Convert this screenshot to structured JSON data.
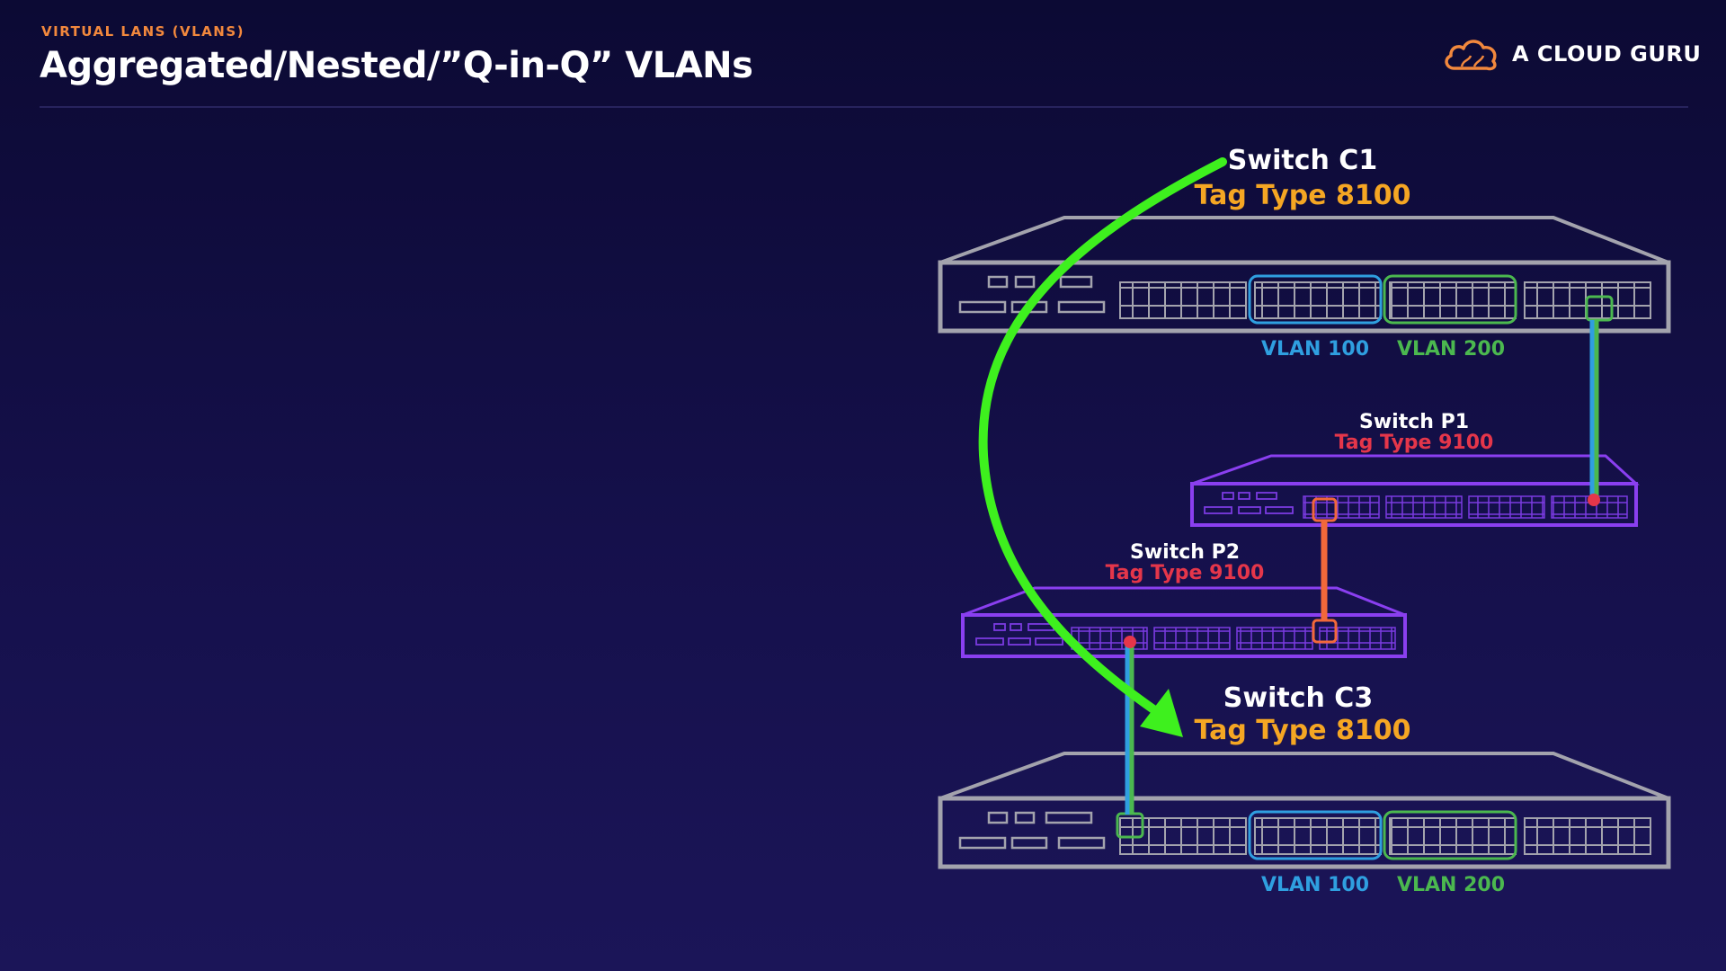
{
  "header": {
    "eyebrow": "VIRTUAL LANS (VLANS)",
    "title": "Aggregated/Nested/”Q-in-Q” VLANs"
  },
  "brand": {
    "name": "A CLOUD GURU",
    "logo_icon": "cloud-logo-icon"
  },
  "colors": {
    "background": "#120e45",
    "eyebrow": "#f2883d",
    "customer_tag": "#f5a623",
    "provider_tag": "#e5364a",
    "vlan100": "#2f9fe0",
    "vlan200": "#4bb84f",
    "arrow": "#3ef01e",
    "provider_switch": "#8a3ff0",
    "customer_switch": "#a3a3ad",
    "provider_link": "#f2683a"
  },
  "switches": {
    "c1": {
      "name": "Switch C1",
      "tag": "Tag Type 8100",
      "vlan_a": "VLAN 100",
      "vlan_b": "VLAN 200"
    },
    "p1": {
      "name": "Switch P1",
      "tag": "Tag Type 9100"
    },
    "p2": {
      "name": "Switch P2",
      "tag": "Tag Type 9100"
    },
    "c3": {
      "name": "Switch C3",
      "tag": "Tag Type 8100",
      "vlan_a": "VLAN 100",
      "vlan_b": "VLAN 200"
    }
  }
}
